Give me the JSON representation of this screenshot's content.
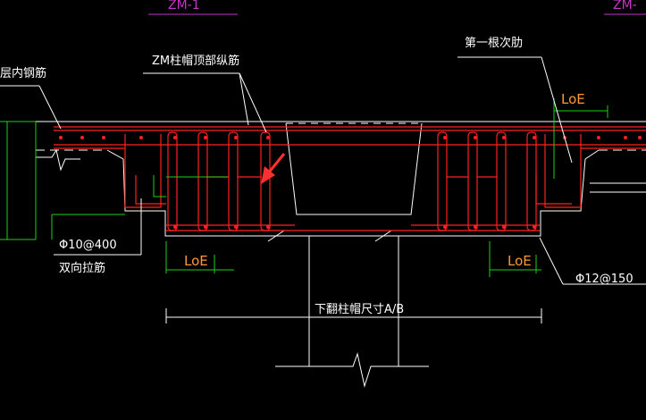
{
  "labels": {
    "tag_left": "ZM-1",
    "tag_right": "ZM-",
    "left_top": "层内钢筋",
    "top_rebar": "ZM柱帽顶部纵筋",
    "first_secondary": "第一根次肋",
    "loe_top_right": "LoE",
    "left_tie": "Φ10@400",
    "left_tie_note": "双向拉筋",
    "loe_bottom_left": "LoE",
    "loe_bottom_right": "LoE",
    "right_stirrup": "Φ12@150",
    "cap_size": "下翻柱帽尺寸A/B"
  },
  "colors": {
    "background": "#000000",
    "concrete_outline": "#ffffff",
    "rebar": "#ff2020",
    "dimension": "#19d219",
    "loe_label": "#ff9933",
    "tag": "#c832c8",
    "arrow": "#ff3030"
  }
}
